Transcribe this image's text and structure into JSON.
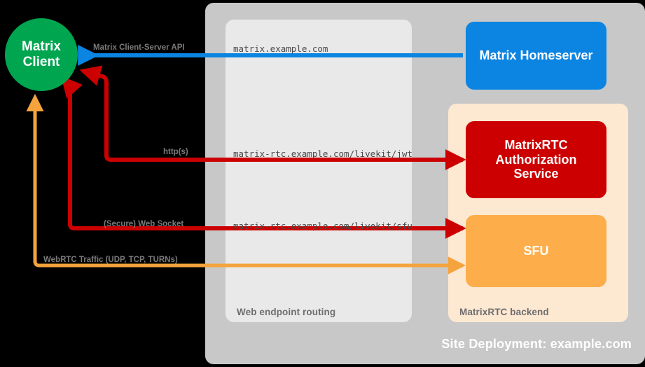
{
  "diagram": {
    "site_label": "Site Deployment: example.com",
    "routing_label": "Web endpoint routing",
    "backend_label": "MatrixRTC backend"
  },
  "nodes": {
    "client": {
      "line1": "Matrix",
      "line2": "Client",
      "color": "#00a550"
    },
    "homeserver": {
      "label": "Matrix Homeserver",
      "color": "#0b84e2"
    },
    "auth": {
      "line1": "MatrixRTC",
      "line2": "Authorization",
      "line3": "Service",
      "color": "#cc0000"
    },
    "sfu": {
      "label": "SFU",
      "color": "#fdae4b"
    }
  },
  "flows": [
    {
      "protocol_label": "Matrix Client-Server API",
      "endpoint": "matrix.example.com",
      "color": "#0b84e2"
    },
    {
      "protocol_label": "http(s)",
      "endpoint": "matrix-rtc.example.com/livekit/jwt",
      "color": "#cc0000"
    },
    {
      "protocol_label": "(Secure) Web Socket",
      "endpoint": "matrix-rtc.example.com/livekit/sfu",
      "color": "#cc0000"
    },
    {
      "protocol_label": "WebRTC Traffic (UDP, TCP, TURNs)",
      "endpoint": "",
      "color": "#f5a33c"
    }
  ]
}
